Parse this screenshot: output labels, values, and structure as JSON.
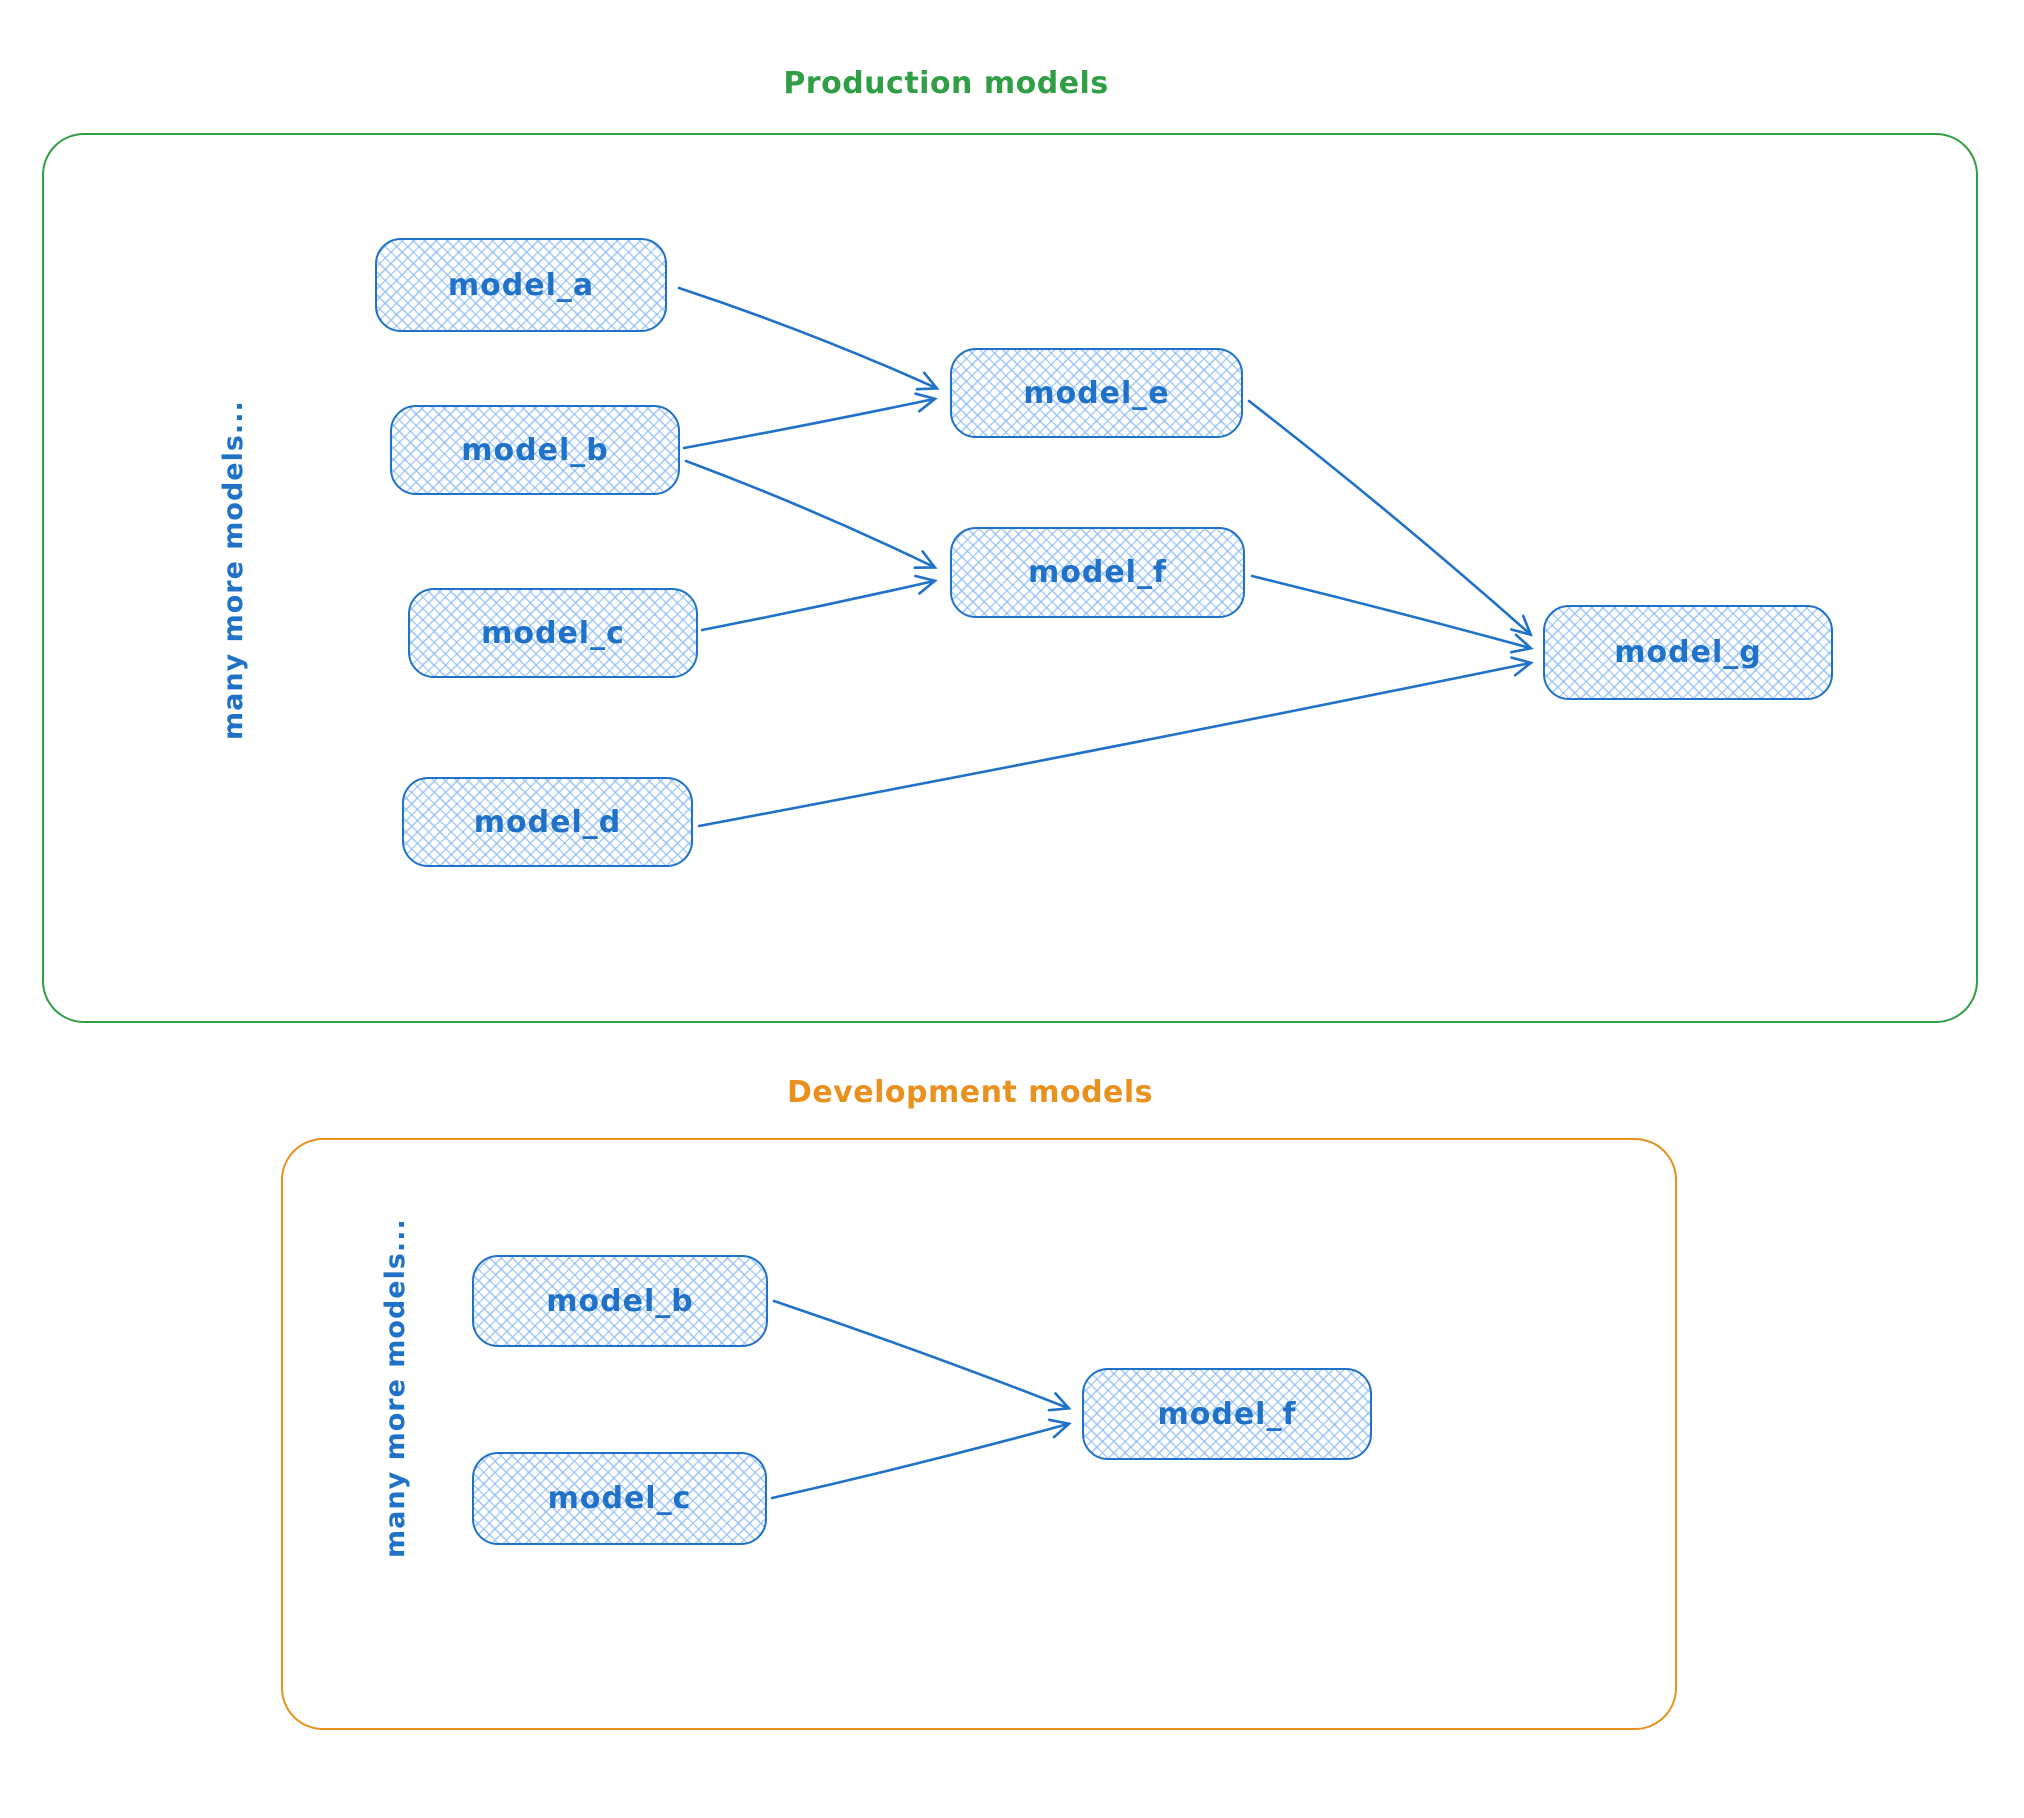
{
  "colors": {
    "production_accent": "#2f9e44",
    "development_accent": "#e8911f",
    "node_stroke": "#1f72c7",
    "node_fill_hatch": "#90bef5",
    "background": "#ffffff"
  },
  "production": {
    "title": "Production models",
    "side_label": "many more models...",
    "nodes": [
      {
        "id": "model_a",
        "label": "model_a"
      },
      {
        "id": "model_b",
        "label": "model_b"
      },
      {
        "id": "model_c",
        "label": "model_c"
      },
      {
        "id": "model_d",
        "label": "model_d"
      },
      {
        "id": "model_e",
        "label": "model_e"
      },
      {
        "id": "model_f",
        "label": "model_f"
      },
      {
        "id": "model_g",
        "label": "model_g"
      }
    ],
    "edges": [
      {
        "from": "model_a",
        "to": "model_e"
      },
      {
        "from": "model_b",
        "to": "model_e"
      },
      {
        "from": "model_b",
        "to": "model_f"
      },
      {
        "from": "model_c",
        "to": "model_f"
      },
      {
        "from": "model_e",
        "to": "model_g"
      },
      {
        "from": "model_f",
        "to": "model_g"
      },
      {
        "from": "model_d",
        "to": "model_g"
      }
    ]
  },
  "development": {
    "title": "Development models",
    "side_label": "many more models...",
    "nodes": [
      {
        "id": "model_b",
        "label": "model_b"
      },
      {
        "id": "model_c",
        "label": "model_c"
      },
      {
        "id": "model_f",
        "label": "model_f"
      }
    ],
    "edges": [
      {
        "from": "model_b",
        "to": "model_f"
      },
      {
        "from": "model_c",
        "to": "model_f"
      }
    ]
  }
}
